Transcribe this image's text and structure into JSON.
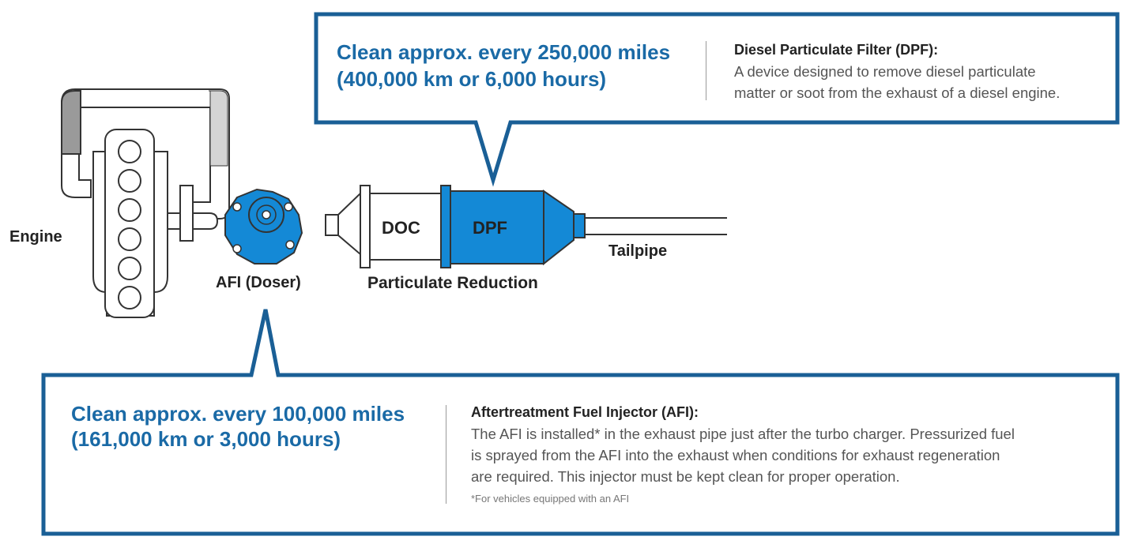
{
  "labels": {
    "engine": "Engine",
    "afi": "AFI (Doser)",
    "doc": "DOC",
    "dpf": "DPF",
    "particulate_reduction": "Particulate Reduction",
    "tailpipe": "Tailpipe"
  },
  "dpf_callout": {
    "interval_line1": "Clean approx. every 250,000 miles",
    "interval_line2": "(400,000 km or 6,000 hours)",
    "title": "Diesel Particulate Filter (DPF):",
    "description_line1": "A device designed to remove diesel particulate",
    "description_line2": "matter or soot from the exhaust of a diesel engine."
  },
  "afi_callout": {
    "interval_line1": "Clean approx. every 100,000 miles",
    "interval_line2": "(161,000 km or 3,000 hours)",
    "title": "Aftertreatment Fuel Injector (AFI):",
    "description_line1": "The AFI is installed* in the exhaust pipe just after the turbo charger. Pressurized fuel",
    "description_line2": "is sprayed from the AFI into the exhaust when conditions for exhaust regeneration",
    "description_line3": "are required. This injector must be kept clean for proper operation.",
    "footnote": "*For vehicles equipped with an AFI"
  },
  "colors": {
    "brand_blue": "#1a5f96",
    "component_blue": "#1489d6",
    "text_blue": "#1a6aa6",
    "outline": "#333333",
    "engine_shade": "#9a9a9a",
    "engine_light": "#d4d4d4"
  }
}
